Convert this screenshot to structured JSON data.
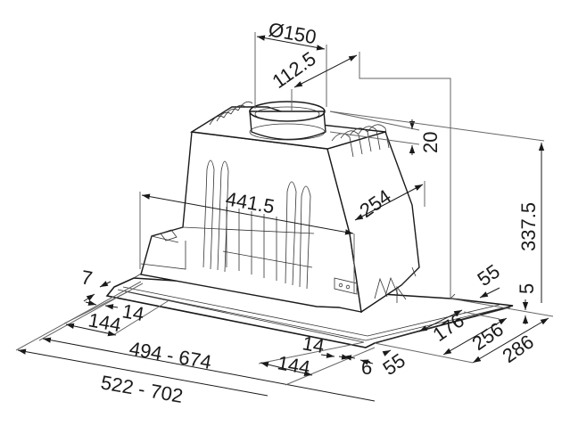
{
  "drawing": {
    "subject": "Built-in cooker hood unit, isometric dimension drawing",
    "units": "mm"
  },
  "dimensions": {
    "duct_diameter": "Ø150",
    "duct_offset": "112.5",
    "collar_height": "20",
    "total_height": "337.5",
    "body_width": "441.5",
    "body_depth": "254",
    "frame_edge_7": "7",
    "left_14": "14",
    "left_144": "144",
    "width_range_inner": "494 - 674",
    "width_range_outer": "522 - 702",
    "front_14": "14",
    "front_144": "144",
    "front_6": "6",
    "front_55": "55",
    "right_55": "55",
    "right_5": "5",
    "depth_176": "176",
    "depth_256": "256",
    "depth_286": "286"
  }
}
